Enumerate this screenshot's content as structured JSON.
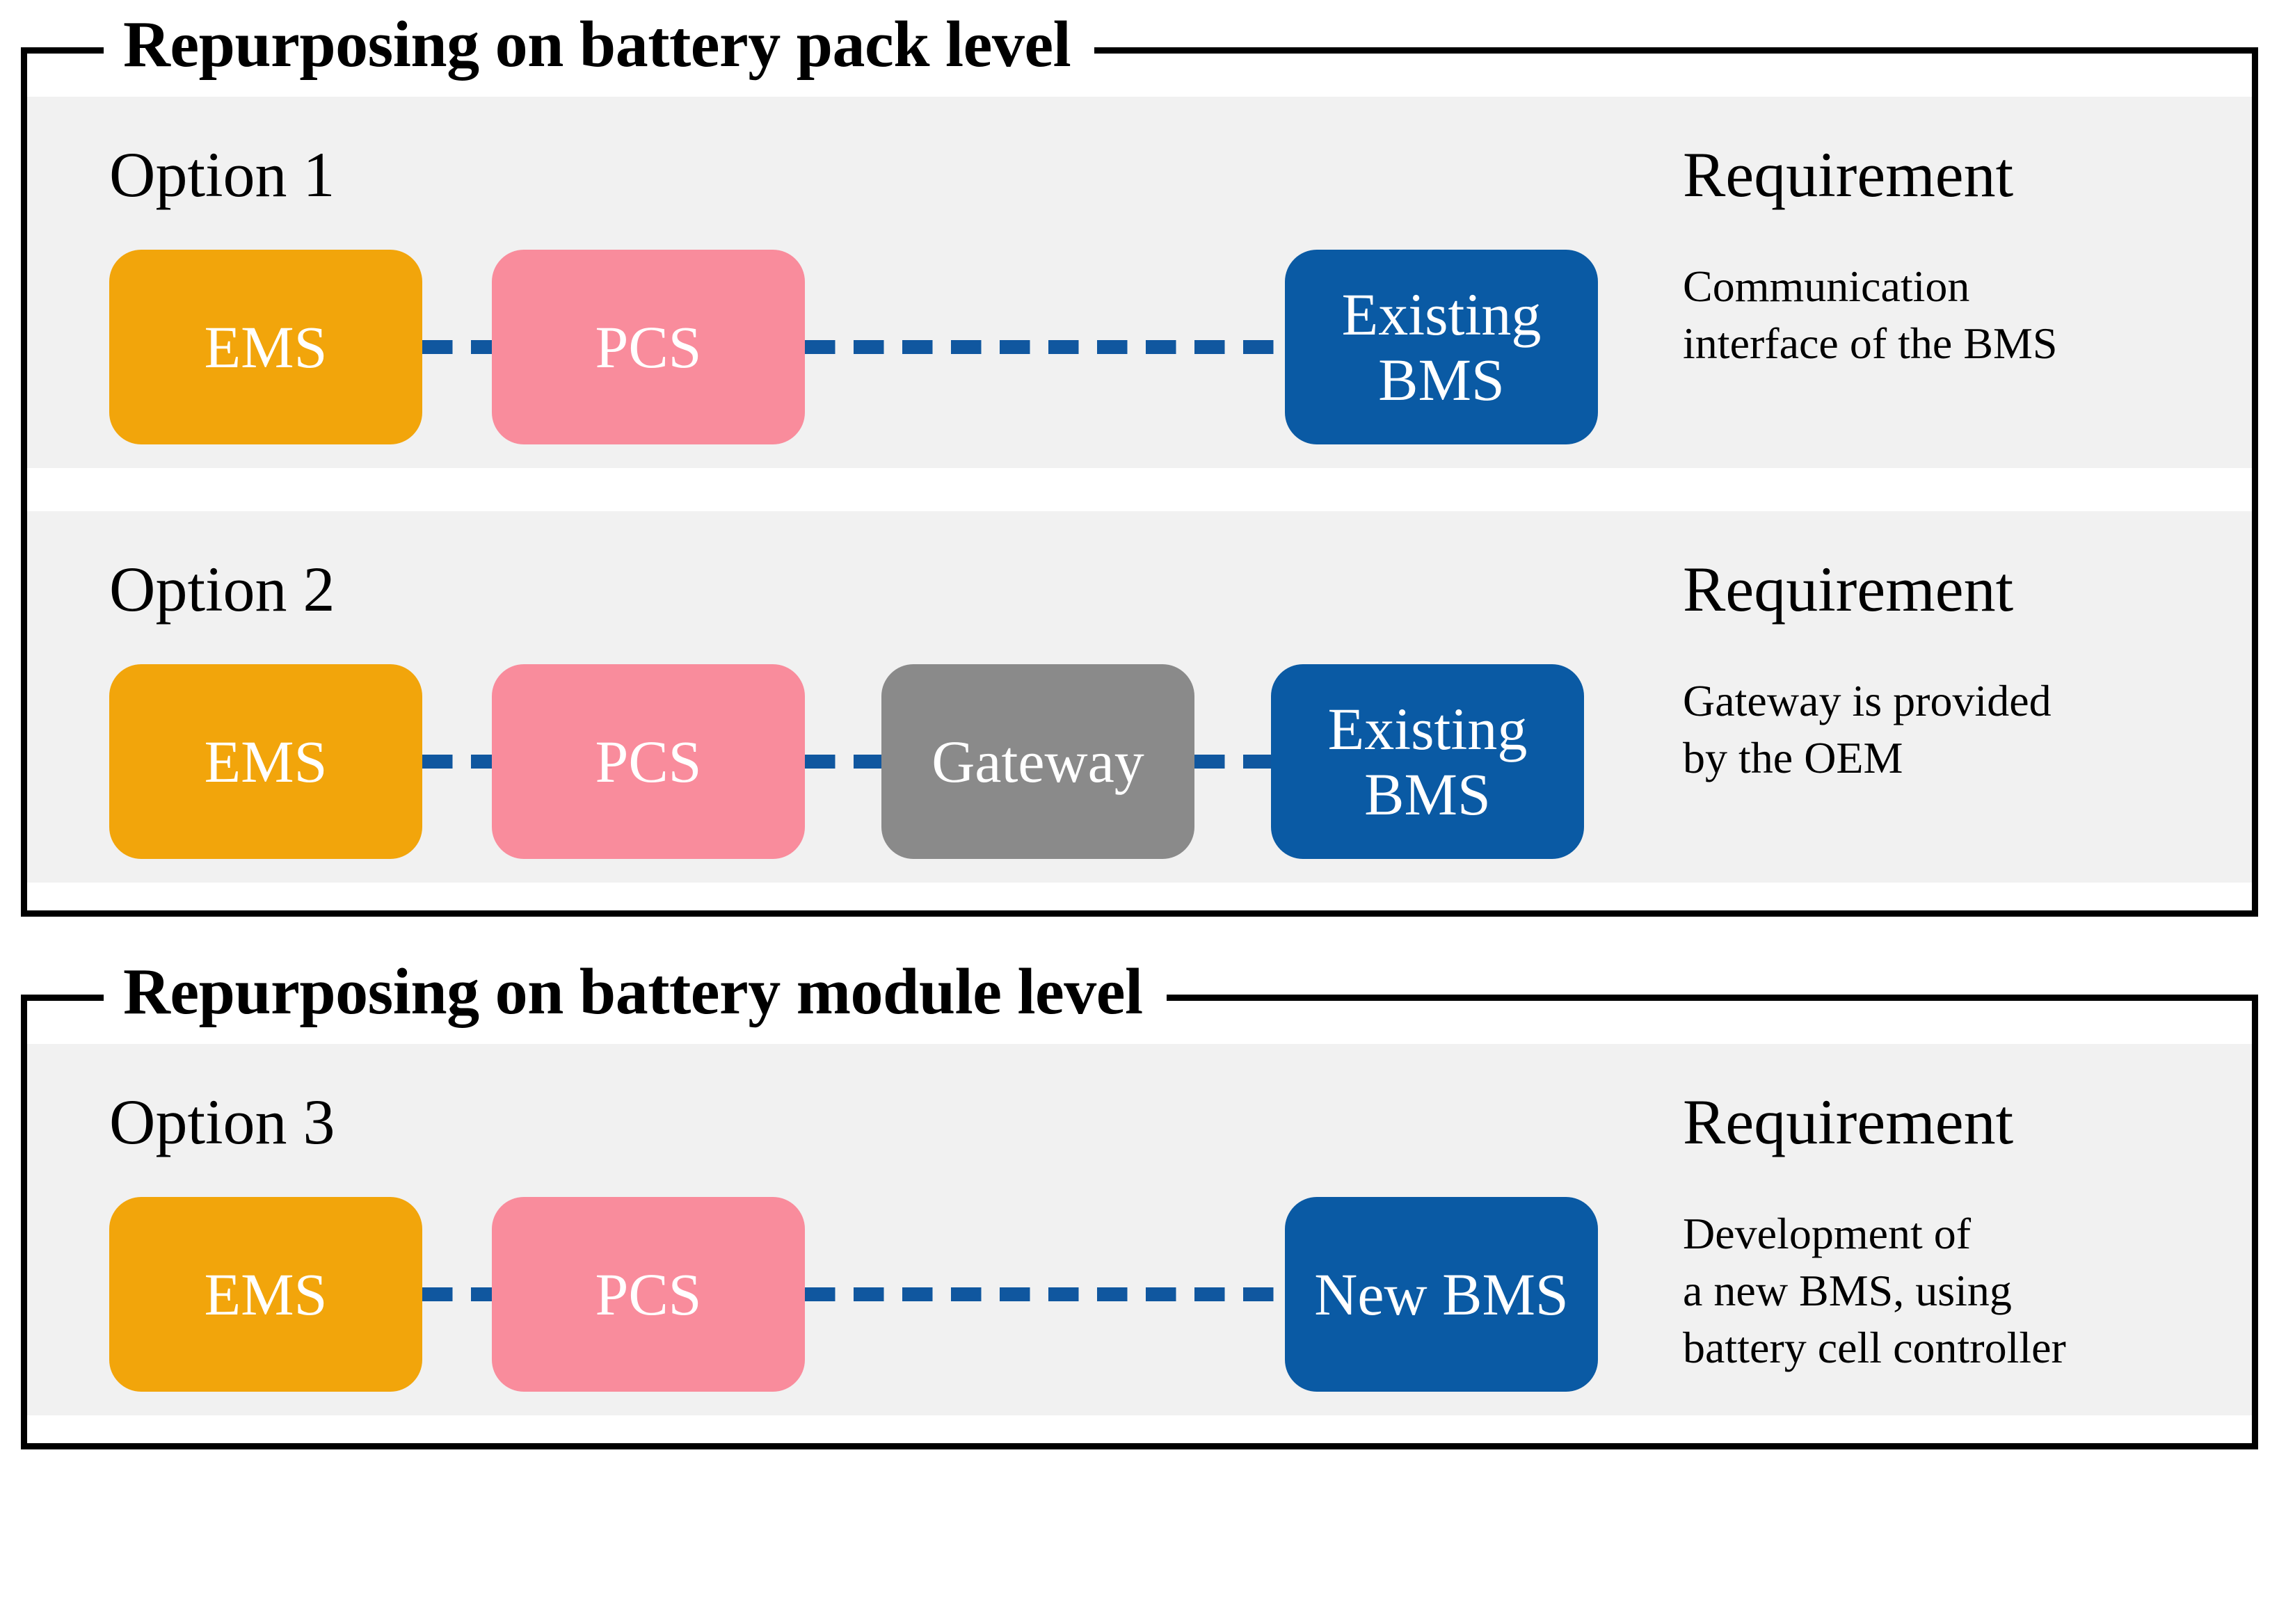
{
  "sections": [
    {
      "id": "pack-level",
      "title": "Repurposing on battery pack level",
      "options": [
        {
          "id": "option-1",
          "title": "Option 1",
          "requirement_title": "Requirement",
          "requirement_text": "Communication\ninterface of the BMS",
          "nodes": [
            {
              "name": "ems",
              "label": "EMS",
              "color": "#f2a50b"
            },
            {
              "name": "pcs",
              "label": "PCS",
              "color": "#f98c9c"
            },
            {
              "name": "existing-bms",
              "label": "Existing\nBMS",
              "color": "#0a5aa4"
            }
          ],
          "links": [
            "short",
            "long"
          ]
        },
        {
          "id": "option-2",
          "title": "Option 2",
          "requirement_title": "Requirement",
          "requirement_text": "Gateway is provided\nby the OEM",
          "nodes": [
            {
              "name": "ems",
              "label": "EMS",
              "color": "#f2a50b"
            },
            {
              "name": "pcs",
              "label": "PCS",
              "color": "#f98c9c"
            },
            {
              "name": "gateway",
              "label": "Gateway",
              "color": "#8a8a8a"
            },
            {
              "name": "existing-bms",
              "label": "Existing\nBMS",
              "color": "#0a5aa4"
            }
          ],
          "links": [
            "short",
            "short",
            "short"
          ]
        }
      ]
    },
    {
      "id": "module-level",
      "title": "Repurposing on battery module level",
      "options": [
        {
          "id": "option-3",
          "title": "Option 3",
          "requirement_title": "Requirement",
          "requirement_text": "Development of\na new BMS, using\nbattery cell controller",
          "nodes": [
            {
              "name": "ems",
              "label": "EMS",
              "color": "#f2a50b"
            },
            {
              "name": "pcs",
              "label": "PCS",
              "color": "#f98c9c"
            },
            {
              "name": "new-bms",
              "label": "New\nBMS",
              "color": "#0a5aa4"
            }
          ],
          "links": [
            "short",
            "long"
          ]
        }
      ]
    }
  ],
  "colors": {
    "ems": "#f2a50b",
    "pcs": "#f98c9c",
    "gateway": "#8a8a8a",
    "bms": "#0a5aa4",
    "link": "#10579f",
    "band_background": "#f1f1f1",
    "frame_border": "#000000",
    "page_background": "#ffffff"
  }
}
